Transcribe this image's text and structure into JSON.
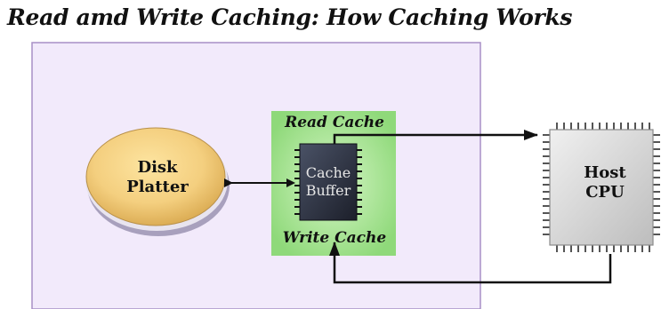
{
  "title": "Read amd Write Caching: How Caching Works",
  "disk": {
    "line1": "Disk",
    "line2": "Platter"
  },
  "cache_buffer": {
    "line1": "Cache",
    "line2": "Buffer"
  },
  "read_cache_label": "Read Cache",
  "write_cache_label": "Write Cache",
  "cpu": {
    "line1": "Host",
    "line2": "CPU"
  },
  "colors": {
    "drive_panel": "#f2eafb",
    "drive_panel_border": "#a88fc6",
    "cache_panel": "#9fe08c",
    "disk_top": "#f4cf7f",
    "disk_edge": "#a8a0bd",
    "chip_body": "#2b2f3e",
    "cpu_body": "#d9d9d9",
    "arrow": "#111111"
  }
}
